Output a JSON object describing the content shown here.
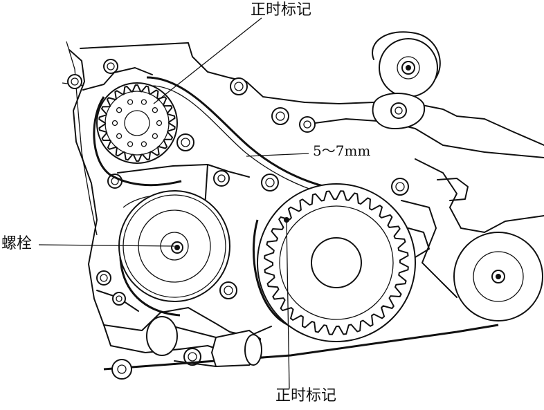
{
  "diagram": {
    "labels": {
      "timing_mark_top": "正时标记",
      "belt_deflection": "5～7mm",
      "bolt": "螺栓",
      "timing_mark_bottom": "正时标记"
    }
  }
}
